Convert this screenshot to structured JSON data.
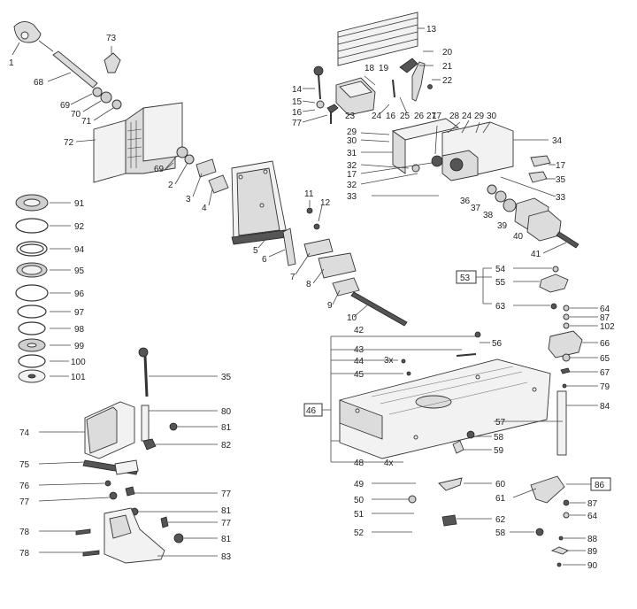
{
  "callouts": [
    {
      "text": "1"
    },
    {
      "text": "73"
    },
    {
      "text": "68"
    },
    {
      "text": "69"
    },
    {
      "text": "70"
    },
    {
      "text": "71"
    },
    {
      "text": "72"
    },
    {
      "text": "69"
    },
    {
      "text": "2"
    },
    {
      "text": "3"
    },
    {
      "text": "4"
    },
    {
      "text": "5"
    },
    {
      "text": "6"
    },
    {
      "text": "11"
    },
    {
      "text": "12"
    },
    {
      "text": "7"
    },
    {
      "text": "8"
    },
    {
      "text": "9"
    },
    {
      "text": "10"
    },
    {
      "text": "13"
    },
    {
      "text": "20"
    },
    {
      "text": "21"
    },
    {
      "text": "22"
    },
    {
      "text": "18"
    },
    {
      "text": "19"
    },
    {
      "text": "14"
    },
    {
      "text": "15"
    },
    {
      "text": "16"
    },
    {
      "text": "77"
    },
    {
      "text": "23"
    },
    {
      "text": "16"
    },
    {
      "text": "25"
    },
    {
      "text": "26"
    },
    {
      "text": "27"
    },
    {
      "text": "24"
    },
    {
      "text": "28"
    },
    {
      "text": "24"
    },
    {
      "text": "29"
    },
    {
      "text": "30"
    },
    {
      "text": "29"
    },
    {
      "text": "30"
    },
    {
      "text": "31"
    },
    {
      "text": "32"
    },
    {
      "text": "17"
    },
    {
      "text": "32"
    },
    {
      "text": "33"
    },
    {
      "text": "17"
    },
    {
      "text": "34"
    },
    {
      "text": "17"
    },
    {
      "text": "35"
    },
    {
      "text": "33"
    },
    {
      "text": "36"
    },
    {
      "text": "37"
    },
    {
      "text": "38"
    },
    {
      "text": "39"
    },
    {
      "text": "40"
    },
    {
      "text": "41"
    },
    {
      "text": "91"
    },
    {
      "text": "92"
    },
    {
      "text": "94"
    },
    {
      "text": "95"
    },
    {
      "text": "96"
    },
    {
      "text": "97"
    },
    {
      "text": "98"
    },
    {
      "text": "99"
    },
    {
      "text": "100"
    },
    {
      "text": "101"
    },
    {
      "text": "54"
    },
    {
      "text": "53"
    },
    {
      "text": "55"
    },
    {
      "text": "63"
    },
    {
      "text": "64"
    },
    {
      "text": "87"
    },
    {
      "text": "102"
    },
    {
      "text": "66"
    },
    {
      "text": "65"
    },
    {
      "text": "67"
    },
    {
      "text": "79"
    },
    {
      "text": "84"
    },
    {
      "text": "42"
    },
    {
      "text": "43"
    },
    {
      "text": "56"
    },
    {
      "text": "44"
    },
    {
      "text": "3x"
    },
    {
      "text": "45"
    },
    {
      "text": "46"
    },
    {
      "text": "57"
    },
    {
      "text": "58"
    },
    {
      "text": "59"
    },
    {
      "text": "48"
    },
    {
      "text": "4x"
    },
    {
      "text": "35"
    },
    {
      "text": "80"
    },
    {
      "text": "74"
    },
    {
      "text": "81"
    },
    {
      "text": "82"
    },
    {
      "text": "75"
    },
    {
      "text": "76"
    },
    {
      "text": "77"
    },
    {
      "text": "77"
    },
    {
      "text": "81"
    },
    {
      "text": "77"
    },
    {
      "text": "78"
    },
    {
      "text": "81"
    },
    {
      "text": "78"
    },
    {
      "text": "83"
    },
    {
      "text": "49"
    },
    {
      "text": "60"
    },
    {
      "text": "86"
    },
    {
      "text": "50"
    },
    {
      "text": "61"
    },
    {
      "text": "51"
    },
    {
      "text": "62"
    },
    {
      "text": "87"
    },
    {
      "text": "64"
    },
    {
      "text": "52"
    },
    {
      "text": "58"
    },
    {
      "text": "88"
    },
    {
      "text": "89"
    },
    {
      "text": "90"
    }
  ]
}
